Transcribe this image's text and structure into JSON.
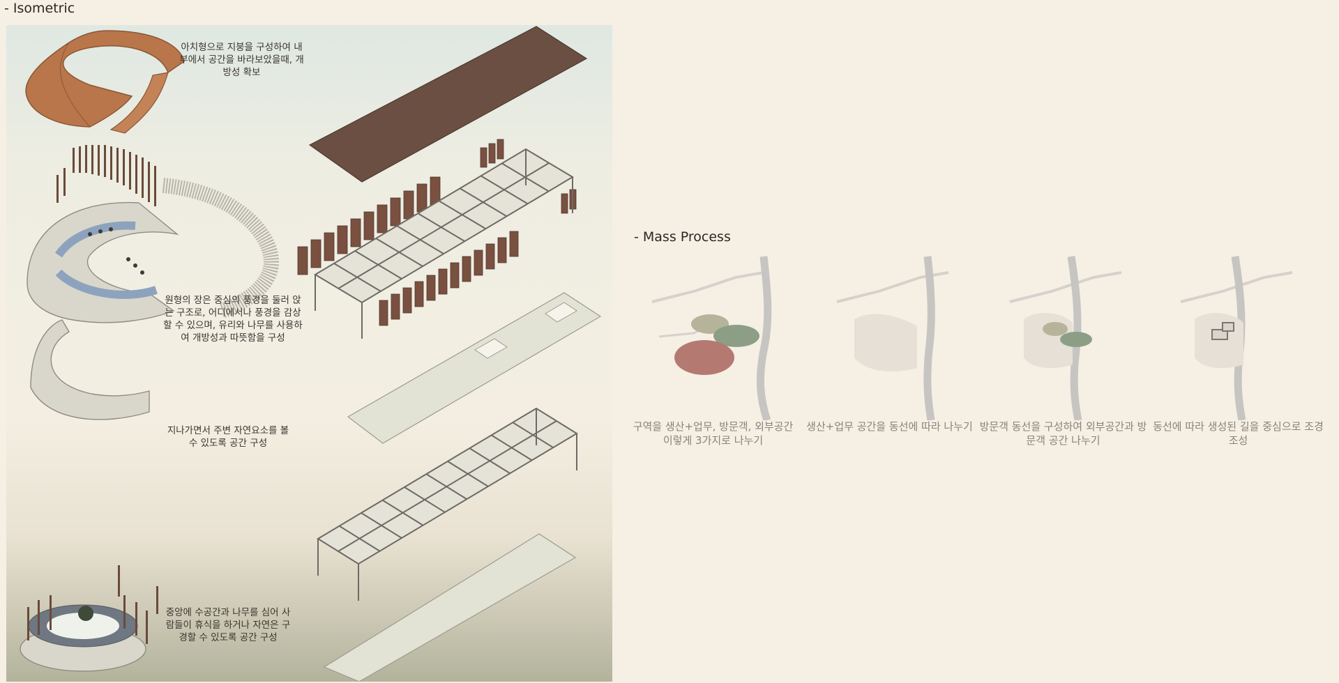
{
  "isometric": {
    "title": "- Isometric",
    "captions": {
      "roof": "아치형으로 지붕을 구성하여 내부에서 공간을 바라보았을때, 개방성 확보",
      "ring": "원형의 장은 중심의 풍경을 둘러 앉는 구조로, 어디에서나 풍경을 감상할 수 있으며, 유리와 나무를 사용하여 개방성과 따뜻함을 구성",
      "path": "지나가면서 주변 자연요소를 볼 수 있도록 공간 구성",
      "plaza": "중앙에 수공간과 나무를 심어 사람들이 휴식을 하거나 자연은 구경할 수 있도록 공간 구성"
    }
  },
  "mass_process": {
    "title": "- Mass Process",
    "steps": [
      {
        "caption": "구역을 생산+업무, 방문객, 외부공간 이렇게 3가지로 나누기"
      },
      {
        "caption": "생산+업무 공간을 동선에 따라 나누기"
      },
      {
        "caption": "방문객 동선을 구성하여 외부공간과 방문객 공간 나누기"
      },
      {
        "caption": "동선에 따라 생성된 길을 중심으로 조경 조성"
      }
    ]
  },
  "colors": {
    "zone_production": "#b5b49a",
    "zone_visitor": "#8c9f86",
    "zone_outdoor": "#b47a72",
    "road": "#c6c5c2",
    "roof_wood": "#b9764a",
    "long_roof": "#6a4f42"
  }
}
